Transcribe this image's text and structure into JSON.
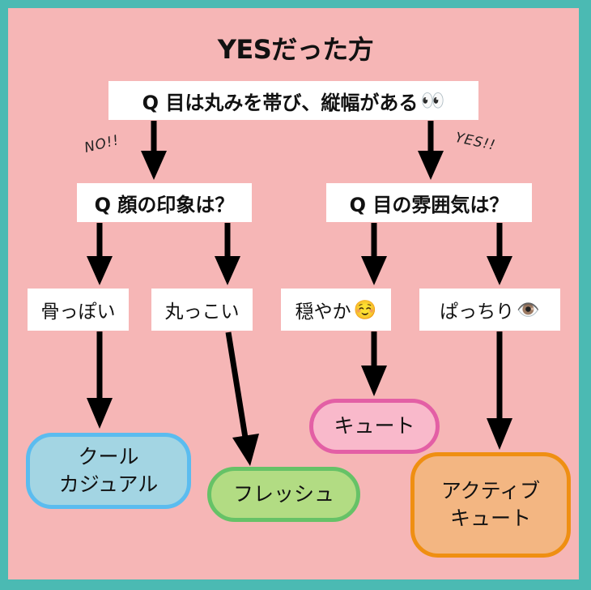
{
  "title": "YESだった方",
  "question_main": {
    "label": "Q 目は丸みを帯び、縦幅がある",
    "emoji": "👀",
    "emoji_name": "eyes-icon"
  },
  "branch_labels": {
    "no": "NO!!",
    "yes": "YES!!"
  },
  "question_left": {
    "label": "Q 顔の印象は？"
  },
  "question_right": {
    "label": "Q 目の雰囲気は？"
  },
  "answers": [
    {
      "label": "骨っぽい",
      "emoji": ""
    },
    {
      "label": "丸っこい",
      "emoji": ""
    },
    {
      "label": "穏やか",
      "emoji": "☺️",
      "emoji_name": "smiling-face-icon"
    },
    {
      "label": "ぱっちり",
      "emoji": "👁️",
      "emoji_name": "eye-icon"
    }
  ],
  "results": [
    {
      "line1": "クール",
      "line2": "カジュアル",
      "fill": "#a3d5e3",
      "border": "#5bbcef"
    },
    {
      "line1": "フレッシュ",
      "line2": "",
      "fill": "#b2dc83",
      "border": "#66c267"
    },
    {
      "line1": "キュート",
      "line2": "",
      "fill": "#f9b9cb",
      "border": "#e35fa5"
    },
    {
      "line1": "アクティブ",
      "line2": "キュート",
      "fill": "#f3b682",
      "border": "#ef8f12"
    }
  ],
  "colors": {
    "frame": "#4bbab3",
    "background": "#f6b6b6",
    "arrow": "#000000"
  }
}
